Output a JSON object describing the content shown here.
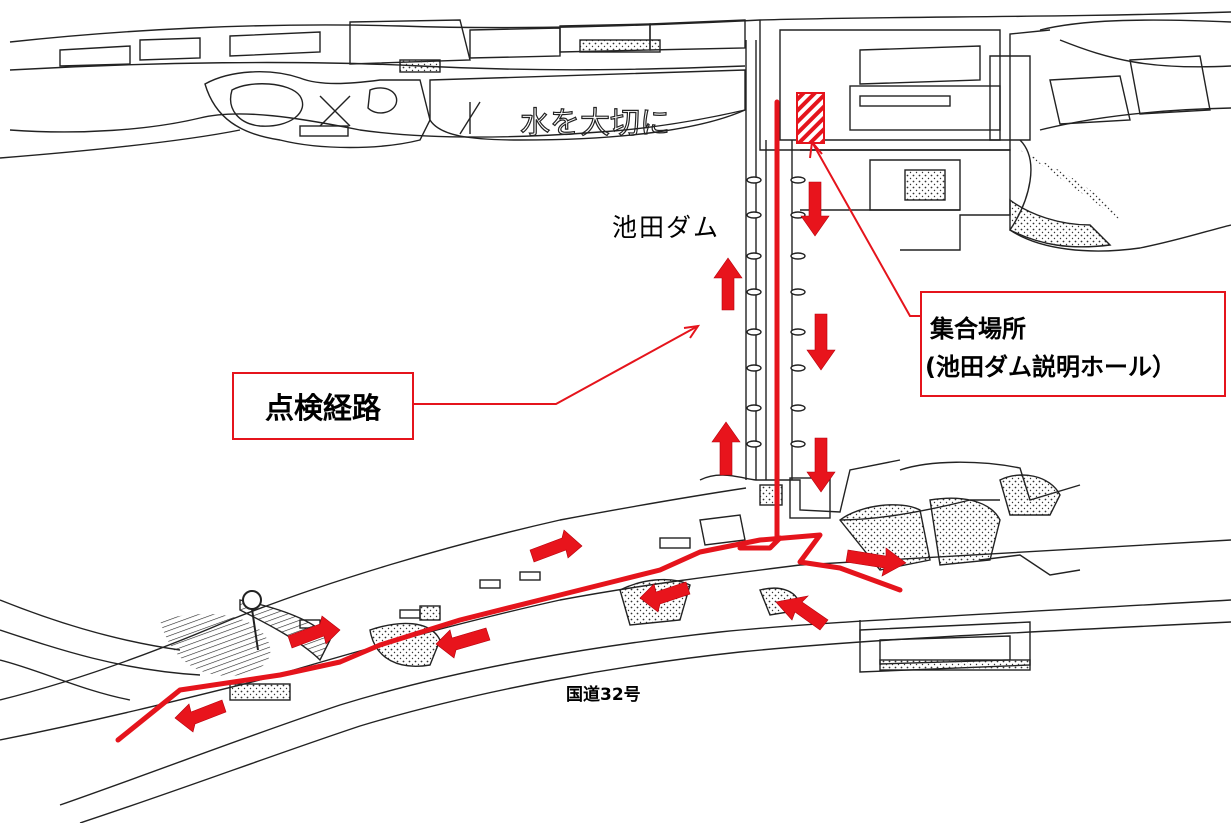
{
  "map": {
    "dam_name": "池田ダム",
    "road_name": "国道32号",
    "banner_text": "水を大切に"
  },
  "callouts": {
    "route": {
      "label": "点検経路"
    },
    "meeting": {
      "line1": "集合場所",
      "line2": "(池田ダム説明ホール）"
    }
  },
  "colors": {
    "route": "#e5141c",
    "arrow": "#e8141c",
    "line_art": "#222222",
    "background": "#ffffff"
  },
  "icons": [
    "direction-arrow-icon",
    "hatched-building-icon",
    "signal-pole-icon"
  ]
}
